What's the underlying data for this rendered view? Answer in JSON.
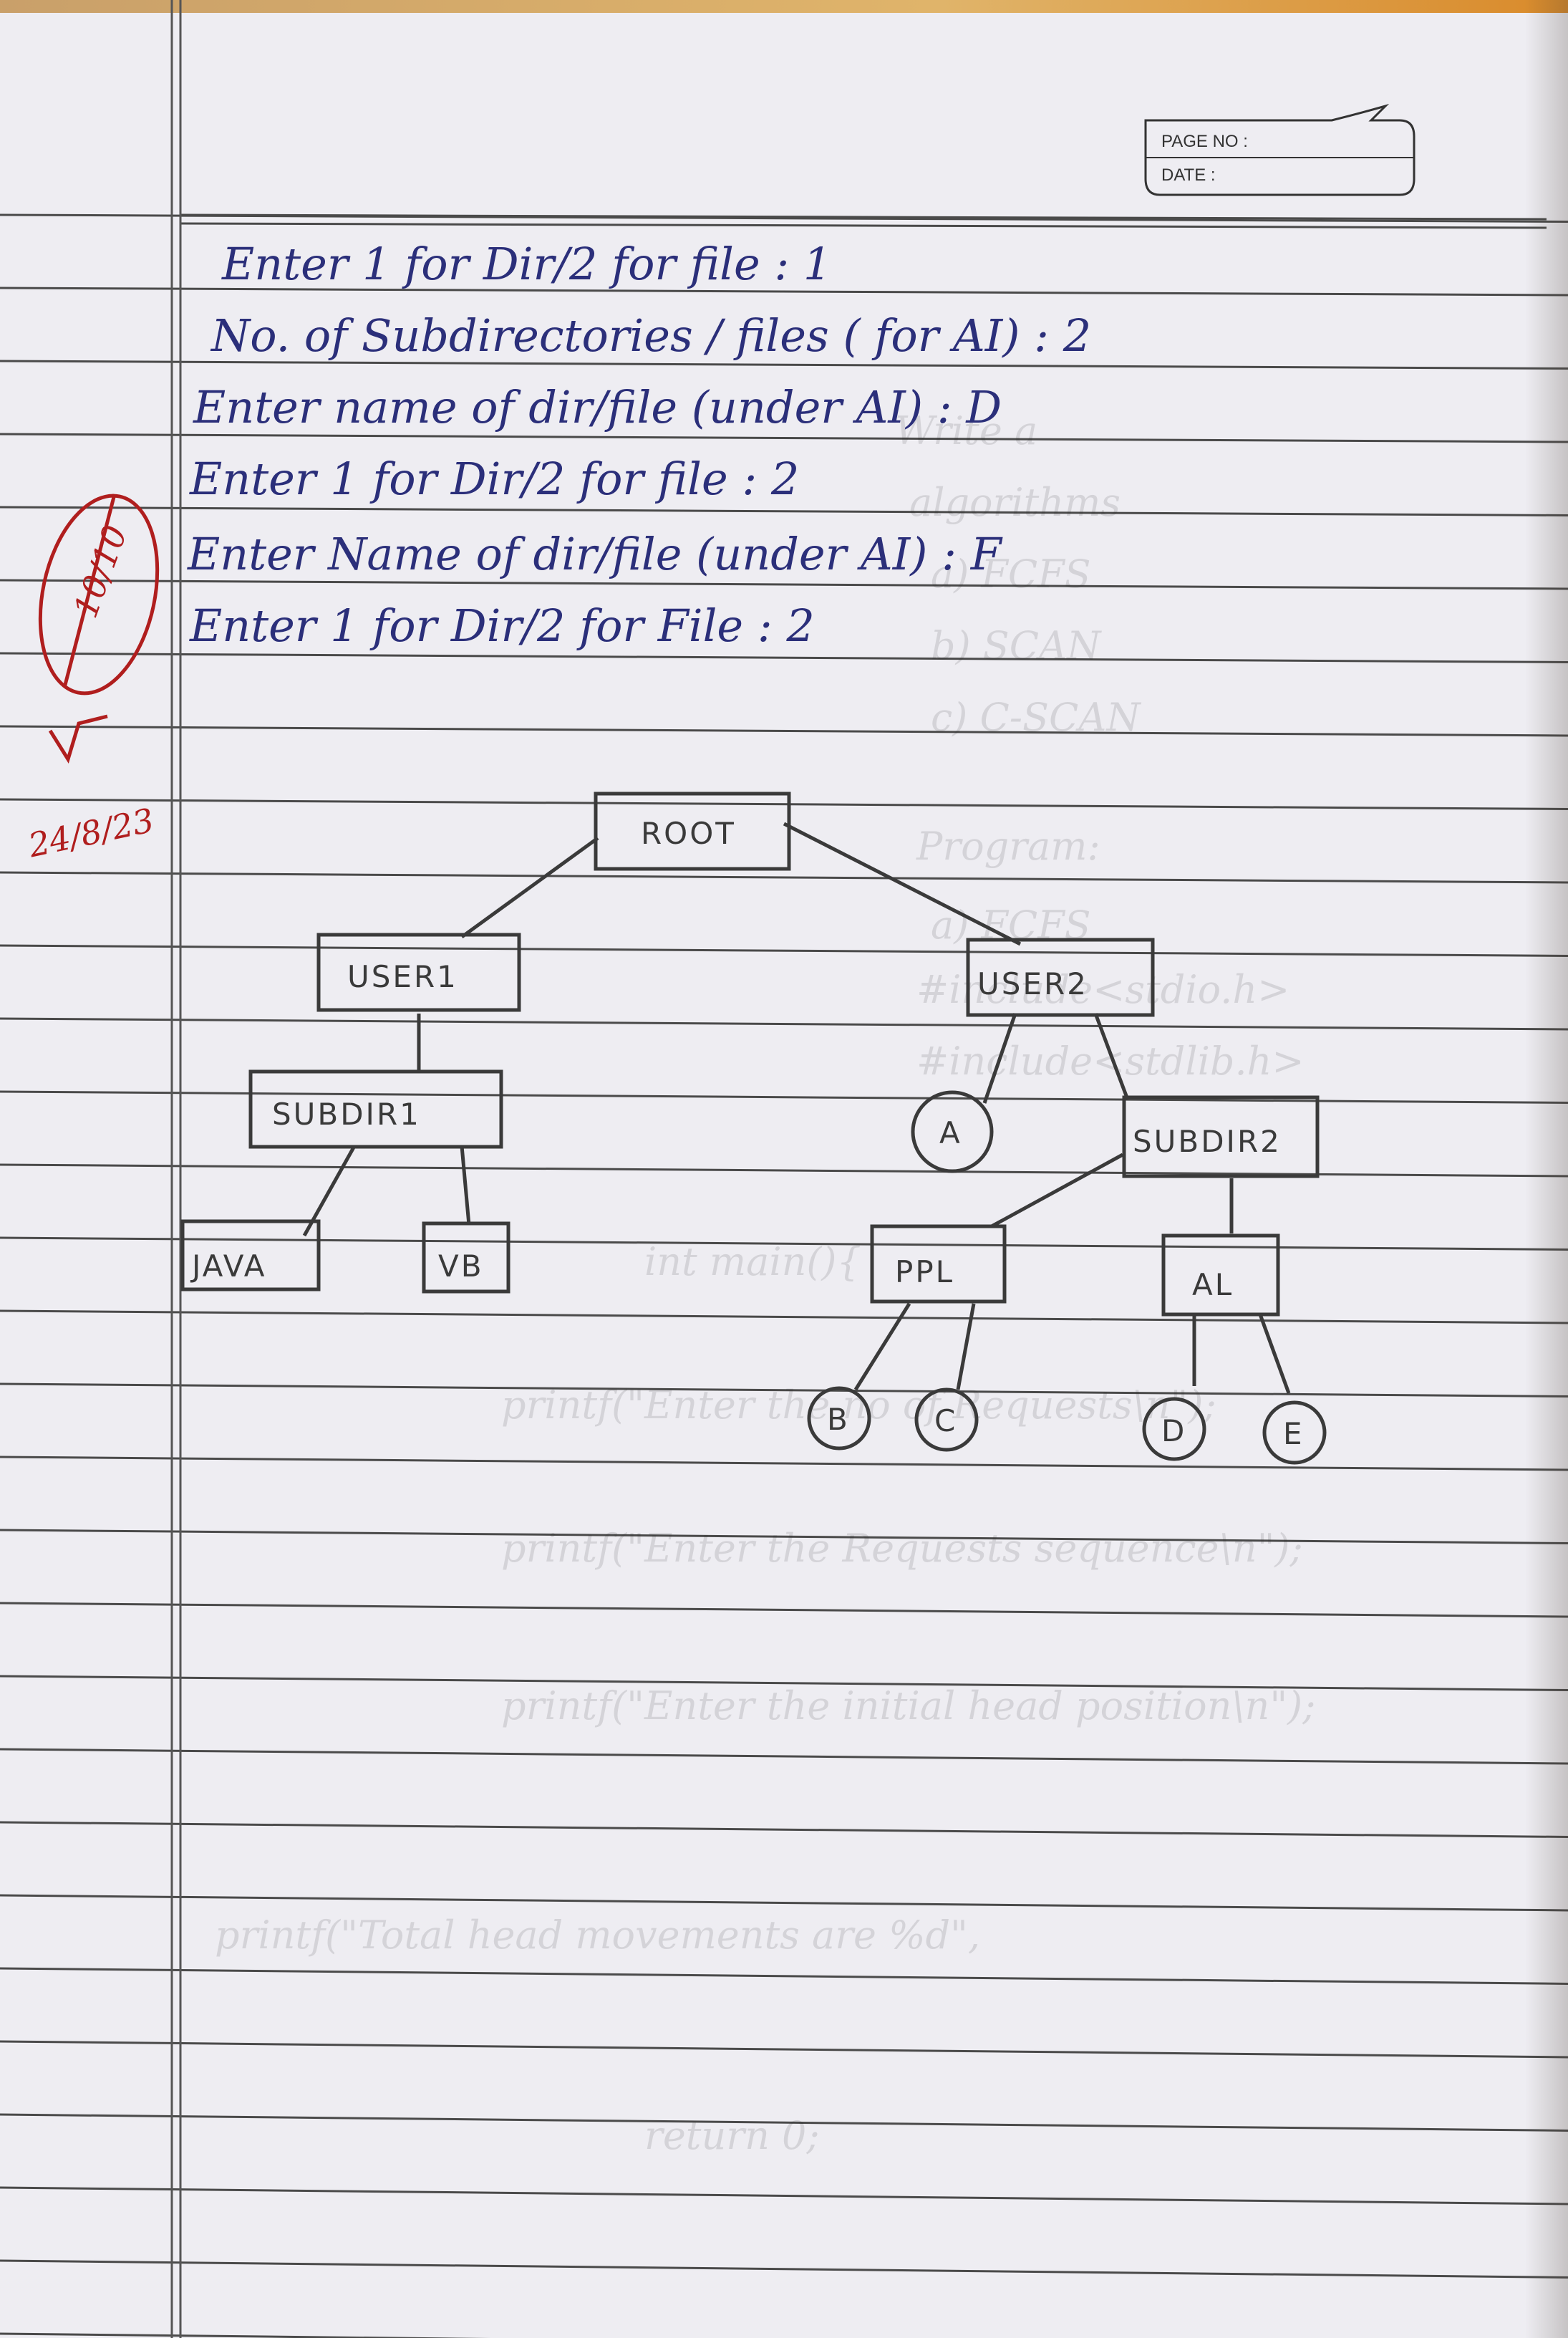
{
  "header": {
    "page_no_label": "PAGE NO :",
    "date_label": "DATE :"
  },
  "handwritten_lines": [
    "Enter 1 for Dir/2 for file : 1",
    "No. of Subdirectories / files ( for AI) : 2",
    "Enter name of dir/file (under AI) : D",
    "Enter 1 for Dir/2 for file : 2",
    "Enter Name of dir/file (under AI) : F",
    "Enter 1 for Dir/2 for File : 2"
  ],
  "grade": {
    "score": "10/10",
    "date": "24/8/23",
    "color": "#b01e1e"
  },
  "tree": {
    "root": "ROOT",
    "user1": "USER1",
    "user2": "USER2",
    "subdir1": "SUBDIR1",
    "subdir2": "SUBDIR2",
    "java": "JAVA",
    "vb": "VB",
    "a": "A",
    "ppl": "PPL",
    "al": "AL",
    "b": "B",
    "c": "C",
    "d": "D",
    "e": "E"
  },
  "colors": {
    "ink": "#2b2f7a",
    "pencil": "#3a3a3a",
    "rule_line": "#4a4a4a",
    "paper": "#eeedf2"
  }
}
